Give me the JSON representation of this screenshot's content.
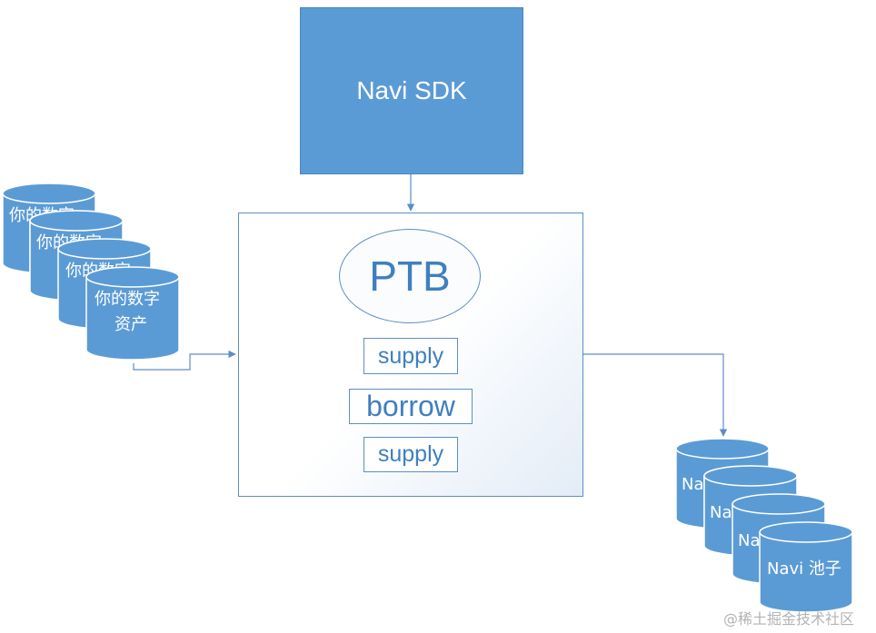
{
  "sdk": {
    "label": "Navi SDK"
  },
  "ptb": {
    "label": "PTB",
    "steps": [
      "supply",
      "borrow",
      "supply"
    ]
  },
  "assets_stack": {
    "label_line1": "你的数字",
    "label_line2": "资产"
  },
  "pools_stack": {
    "label": "Navi 池子",
    "label_partial": "Na"
  },
  "watermark": "@稀土掘金技术社区",
  "colors": {
    "box_fill": "#5b9bd5",
    "line": "#5b8ec8",
    "text_accent": "#3f7fc0"
  }
}
